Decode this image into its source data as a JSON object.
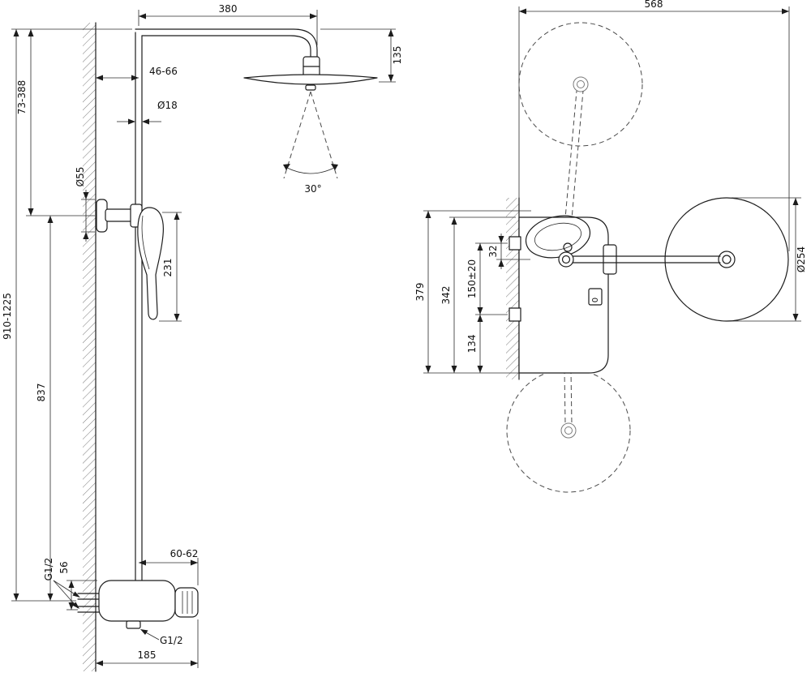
{
  "diagram": {
    "kind": "shower-column-technical-drawing",
    "background": "#ffffff",
    "line_color": "#1c1c1c"
  },
  "front_view": {
    "dims": {
      "arm_reach": "380",
      "head_drop": "135",
      "wall_clearance": "46-66",
      "pipe_diameter": "Ø18",
      "rosette_diameter": "Ø55",
      "upper_adjust_range": "73-388",
      "handshower_length": "231",
      "overall_height": "910-1225",
      "riser_length": "837",
      "spray_angle": "30°",
      "supply_thread": "G1/2",
      "supply_offset": "56",
      "valve_depth": "60-62",
      "outlet_thread": "G1/2",
      "valve_width": "185"
    }
  },
  "top_view": {
    "dims": {
      "overall_reach": "568",
      "overall_depth": "379",
      "body_depth": "342",
      "center_adjust": "150±20",
      "holder_offset": "32",
      "lower_depth": "134",
      "head_diameter": "Ø254",
      "zero_mark": "0"
    }
  }
}
